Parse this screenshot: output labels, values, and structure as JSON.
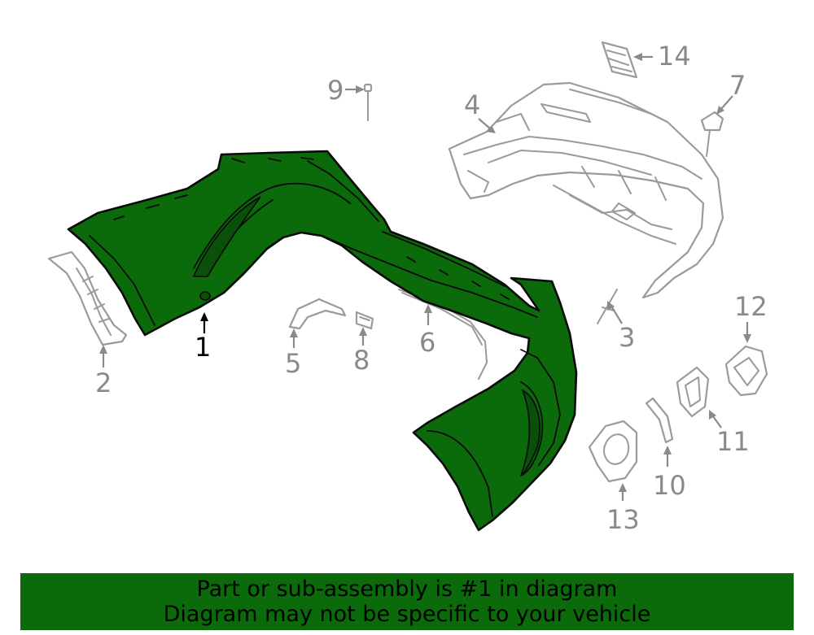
{
  "callouts": {
    "c1": "1",
    "c2": "2",
    "c3": "3",
    "c4": "4",
    "c5": "5",
    "c6": "6",
    "c7": "7",
    "c8": "8",
    "c9": "9",
    "c10": "10",
    "c11": "11",
    "c12": "12",
    "c13": "13",
    "c14": "14"
  },
  "banner": {
    "line1": "Part or sub-assembly is #1 in diagram",
    "line2": "Diagram may not be specific to your vehicle"
  },
  "colors": {
    "highlight": "#0b6b0b",
    "outline_gray": "#9a9a9a",
    "label_gray": "#8a8a8a"
  }
}
